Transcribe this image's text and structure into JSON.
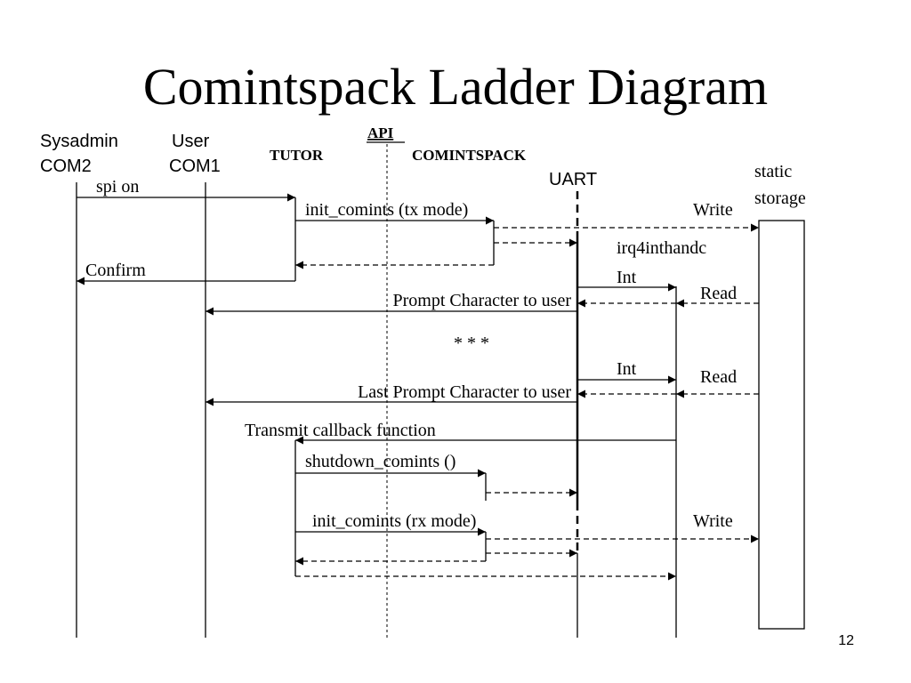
{
  "title": "Comintspack Ladder Diagram",
  "page_number": "12",
  "lanes": {
    "sysadmin": [
      "Sysadmin",
      "COM2"
    ],
    "user": [
      "User",
      "COM1"
    ],
    "tutor": "TUTOR",
    "api": "API",
    "comintspack": "COMINTSPACK",
    "uart": "UART",
    "storage": [
      "static",
      "storage"
    ]
  },
  "messages": {
    "spi_on": "spi on",
    "init_tx": "init_comints (tx mode)",
    "write_1": "Write",
    "irq": "irq4inthandc",
    "confirm": "Confirm",
    "int_1": "Int",
    "read_1": "Read",
    "prompt": "Prompt Character to user",
    "ellipsis": "* * *",
    "int_2": "Int",
    "read_2": "Read",
    "last_prompt": "Last Prompt Character to user",
    "transmit_cb": "Transmit callback function",
    "shutdown": "shutdown_comints ()",
    "init_rx": "init_comints (rx mode)",
    "write_2": "Write"
  }
}
